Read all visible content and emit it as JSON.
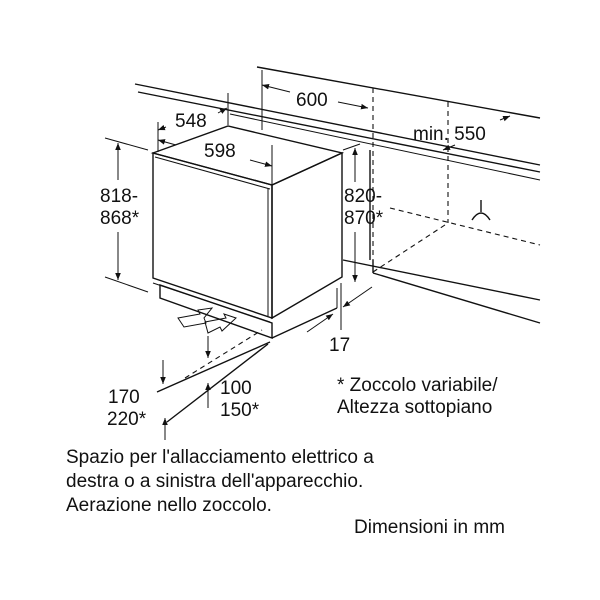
{
  "dimensions": {
    "niche_width": "600",
    "min_depth": "min. 550",
    "depth": "548",
    "width": "598",
    "height_a": "818-",
    "height_b": "868*",
    "niche_height_a": "820-",
    "niche_height_b": "870*",
    "door_offset": "17",
    "plinth_a": "170",
    "plinth_b": "220*",
    "vent_a": "100",
    "vent_b": "150*"
  },
  "footnote": [
    "* Zoccolo variabile/",
    "Altezza sottopiano"
  ],
  "notes": [
    "Spazio per l'allacciamento elettrico a",
    "destra o a sinistra dell'apparecchio.",
    "Aerazione nello zoccolo."
  ],
  "units": "Dimensioni in mm"
}
